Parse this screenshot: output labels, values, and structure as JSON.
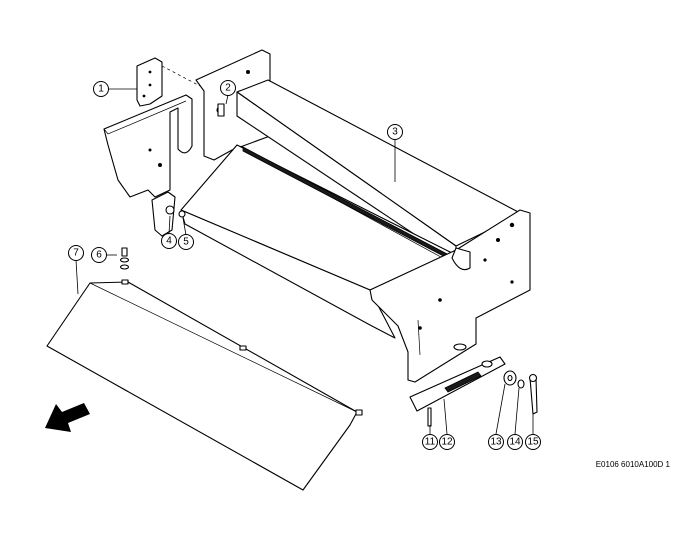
{
  "reference_code": "E0106 6010A100D 1",
  "callouts": [
    "1",
    "2",
    "3",
    "4",
    "5",
    "6",
    "7",
    "11",
    "12",
    "13",
    "14",
    "15"
  ],
  "arrow_icon": "direction-arrow-icon",
  "parts": [
    "bracket",
    "screw",
    "trough",
    "washer",
    "bolt",
    "small-bolt",
    "cover-plate",
    "pin",
    "slotted-bar",
    "washer-13",
    "washer-14",
    "pin-15"
  ]
}
